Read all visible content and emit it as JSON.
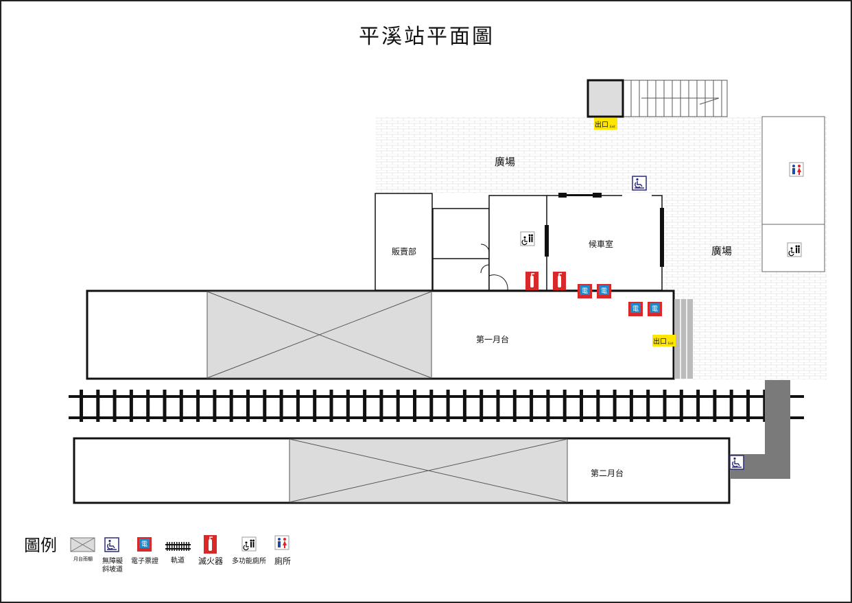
{
  "title": "平溪站平面圖",
  "labels": {
    "plaza_top": "廣場",
    "plaza_right": "廣場",
    "shop": "販賣部",
    "waiting_room": "候車室",
    "platform_1": "第一月台",
    "platform_2": "第二月台",
    "exit": "出口",
    "exit_en": "Exit",
    "ticket": "電"
  },
  "legend": {
    "title": "圖例",
    "items": [
      {
        "icon": "canopy",
        "label": "月台雨棚"
      },
      {
        "icon": "wheelchair-ramp",
        "label": "無障礙",
        "label2": "斜坡道"
      },
      {
        "icon": "e-ticket",
        "label": "電子票證"
      },
      {
        "icon": "track",
        "label": "軌道"
      },
      {
        "icon": "fire-extinguisher",
        "label": "滅火器"
      },
      {
        "icon": "accessible-toilet",
        "label": "多功能廁所"
      },
      {
        "icon": "toilet",
        "label": "廁所"
      }
    ]
  },
  "colors": {
    "ticket_blue": "#1e88c8",
    "red": "#d8282a",
    "exit_yellow": "#ffe600",
    "canopy_gray": "#dcdcdc",
    "ramp_gray": "#7a7a7a",
    "accessible_blue": "#2a2a7a"
  }
}
